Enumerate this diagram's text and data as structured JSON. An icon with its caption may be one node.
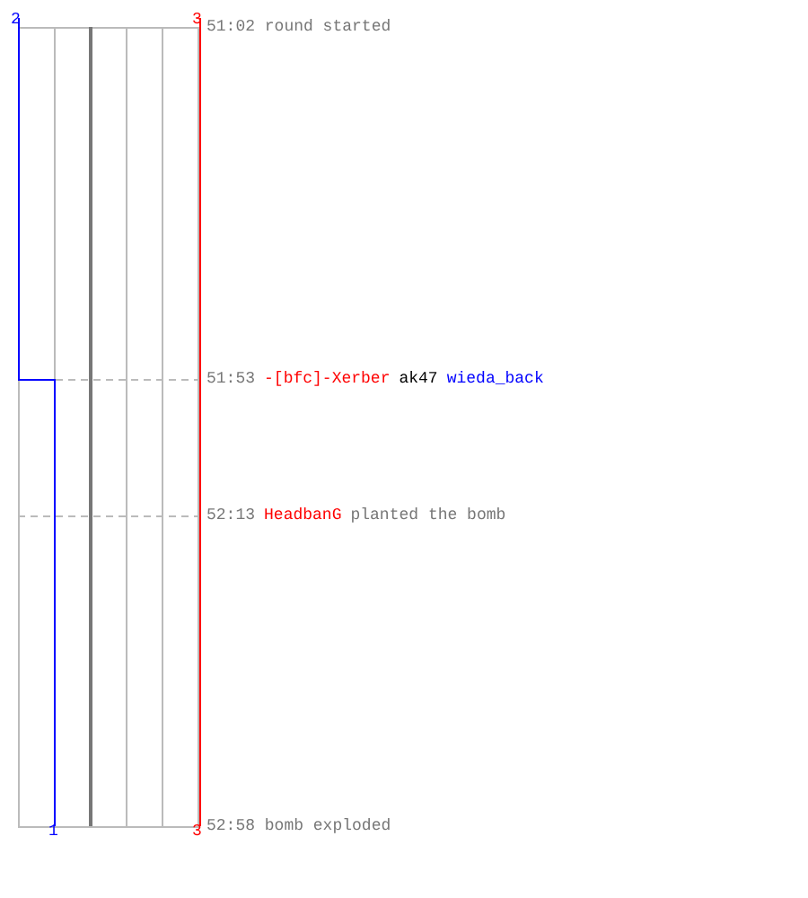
{
  "diagram": {
    "labels": [
      "2",
      "3",
      "51:02 round started",
      "51:53",
      "-[bfc]-Xerber",
      "ak47",
      "wieda_back",
      "52:13",
      "HeadbanG",
      "planted the bomb",
      "1",
      "3",
      "52:58 bomb exploded"
    ]
  }
}
